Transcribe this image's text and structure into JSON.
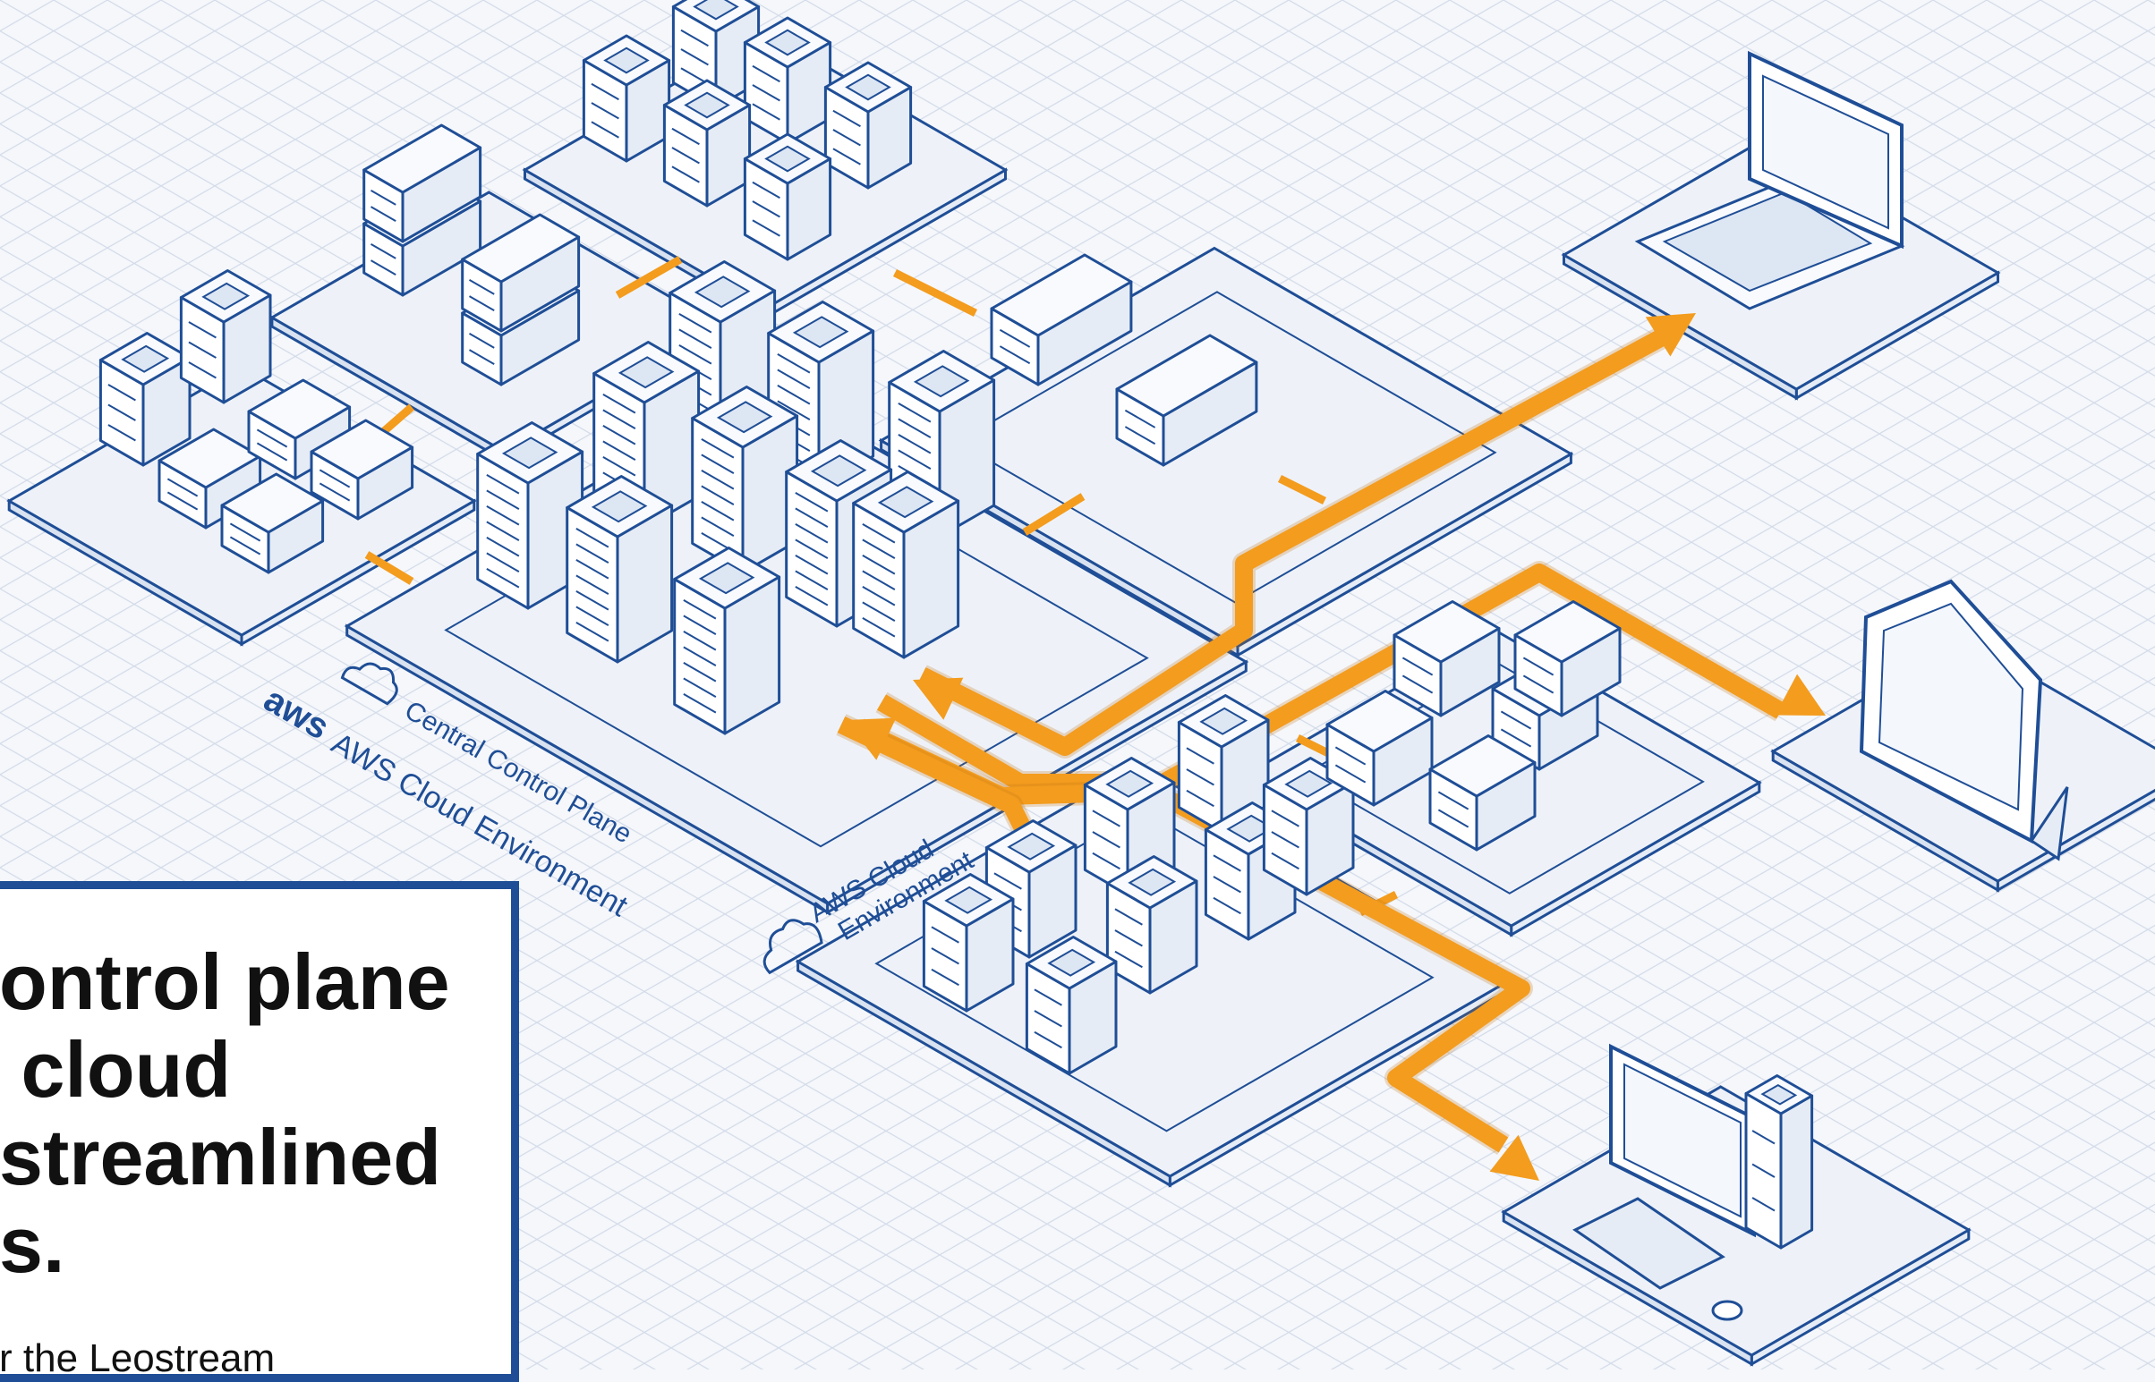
{
  "colors": {
    "background": "#f5f7fb",
    "grid": "#d3dbe8",
    "device_stroke": "#1f4e96",
    "device_fill": "#ffffff",
    "device_shade": "#e6ecf5",
    "connector_orange": "#f39c1e",
    "callout_border": "#1f4e96"
  },
  "diagram": {
    "labels": {
      "aws_logo": "aws",
      "aws_cloud_environment_main": "AWS Cloud Environment",
      "central_control_plane": "Central Control Plane",
      "aws_cloud_environment_secondary_line1": "AWS Cloud",
      "aws_cloud_environment_secondary_line2": "Environment"
    },
    "icons": {
      "cloud": "cloud-icon",
      "server_rack": "server-rack-icon",
      "network_appliance": "network-appliance-icon",
      "laptop": "laptop-icon",
      "tablet": "tablet-icon",
      "desktop": "desktop-computer-icon"
    }
  },
  "callout": {
    "headline": "ontrol plane\n cloud\nstreamlined\ns.",
    "body": "r the Leostream"
  }
}
